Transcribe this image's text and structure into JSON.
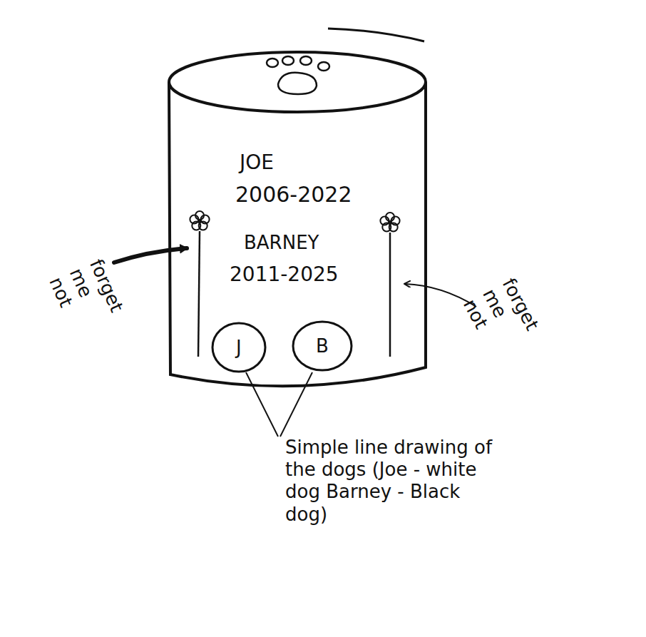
{
  "diagram": {
    "nodes": [
      {
        "text": [
          "JOE",
          "2006-2022",
          "BARNEY",
          "2011-2025"
        ]
      },
      {
        "text": [
          "J"
        ],
        "in": 0
      },
      {
        "text": [
          "B"
        ],
        "in": 0
      }
    ],
    "labels": [
      "forget me not",
      "forget me not",
      "Simple line drawing of the dogs (Joe - white dog Barney - Black dog)"
    ]
  }
}
